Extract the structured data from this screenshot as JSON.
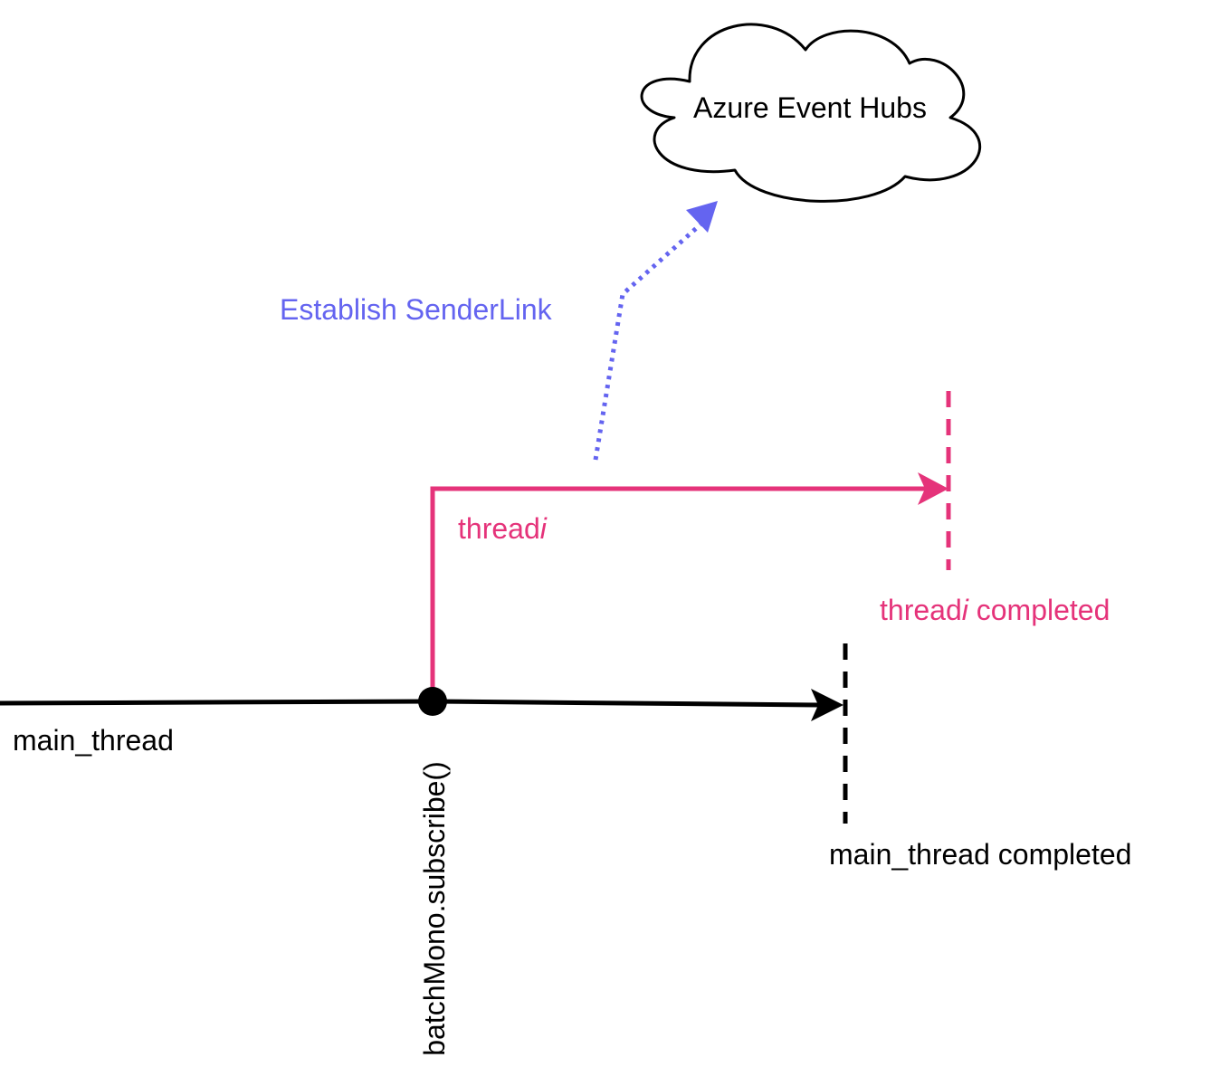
{
  "cloud": {
    "label": "Azure Event Hubs"
  },
  "sender_link": {
    "label": "Establish SenderLink"
  },
  "thread": {
    "label_prefix": "thread",
    "label_italic": "i",
    "completed_prefix": "thread",
    "completed_italic": "i",
    "completed_suffix": " completed"
  },
  "main_thread": {
    "label": "main_thread",
    "completed_label": "main_thread completed"
  },
  "subscribe_call": {
    "label": "batchMono.subscribe()"
  },
  "colors": {
    "main_line": "#000000",
    "thread_line": "#e5337a",
    "sender_arrow": "#6464f0"
  }
}
